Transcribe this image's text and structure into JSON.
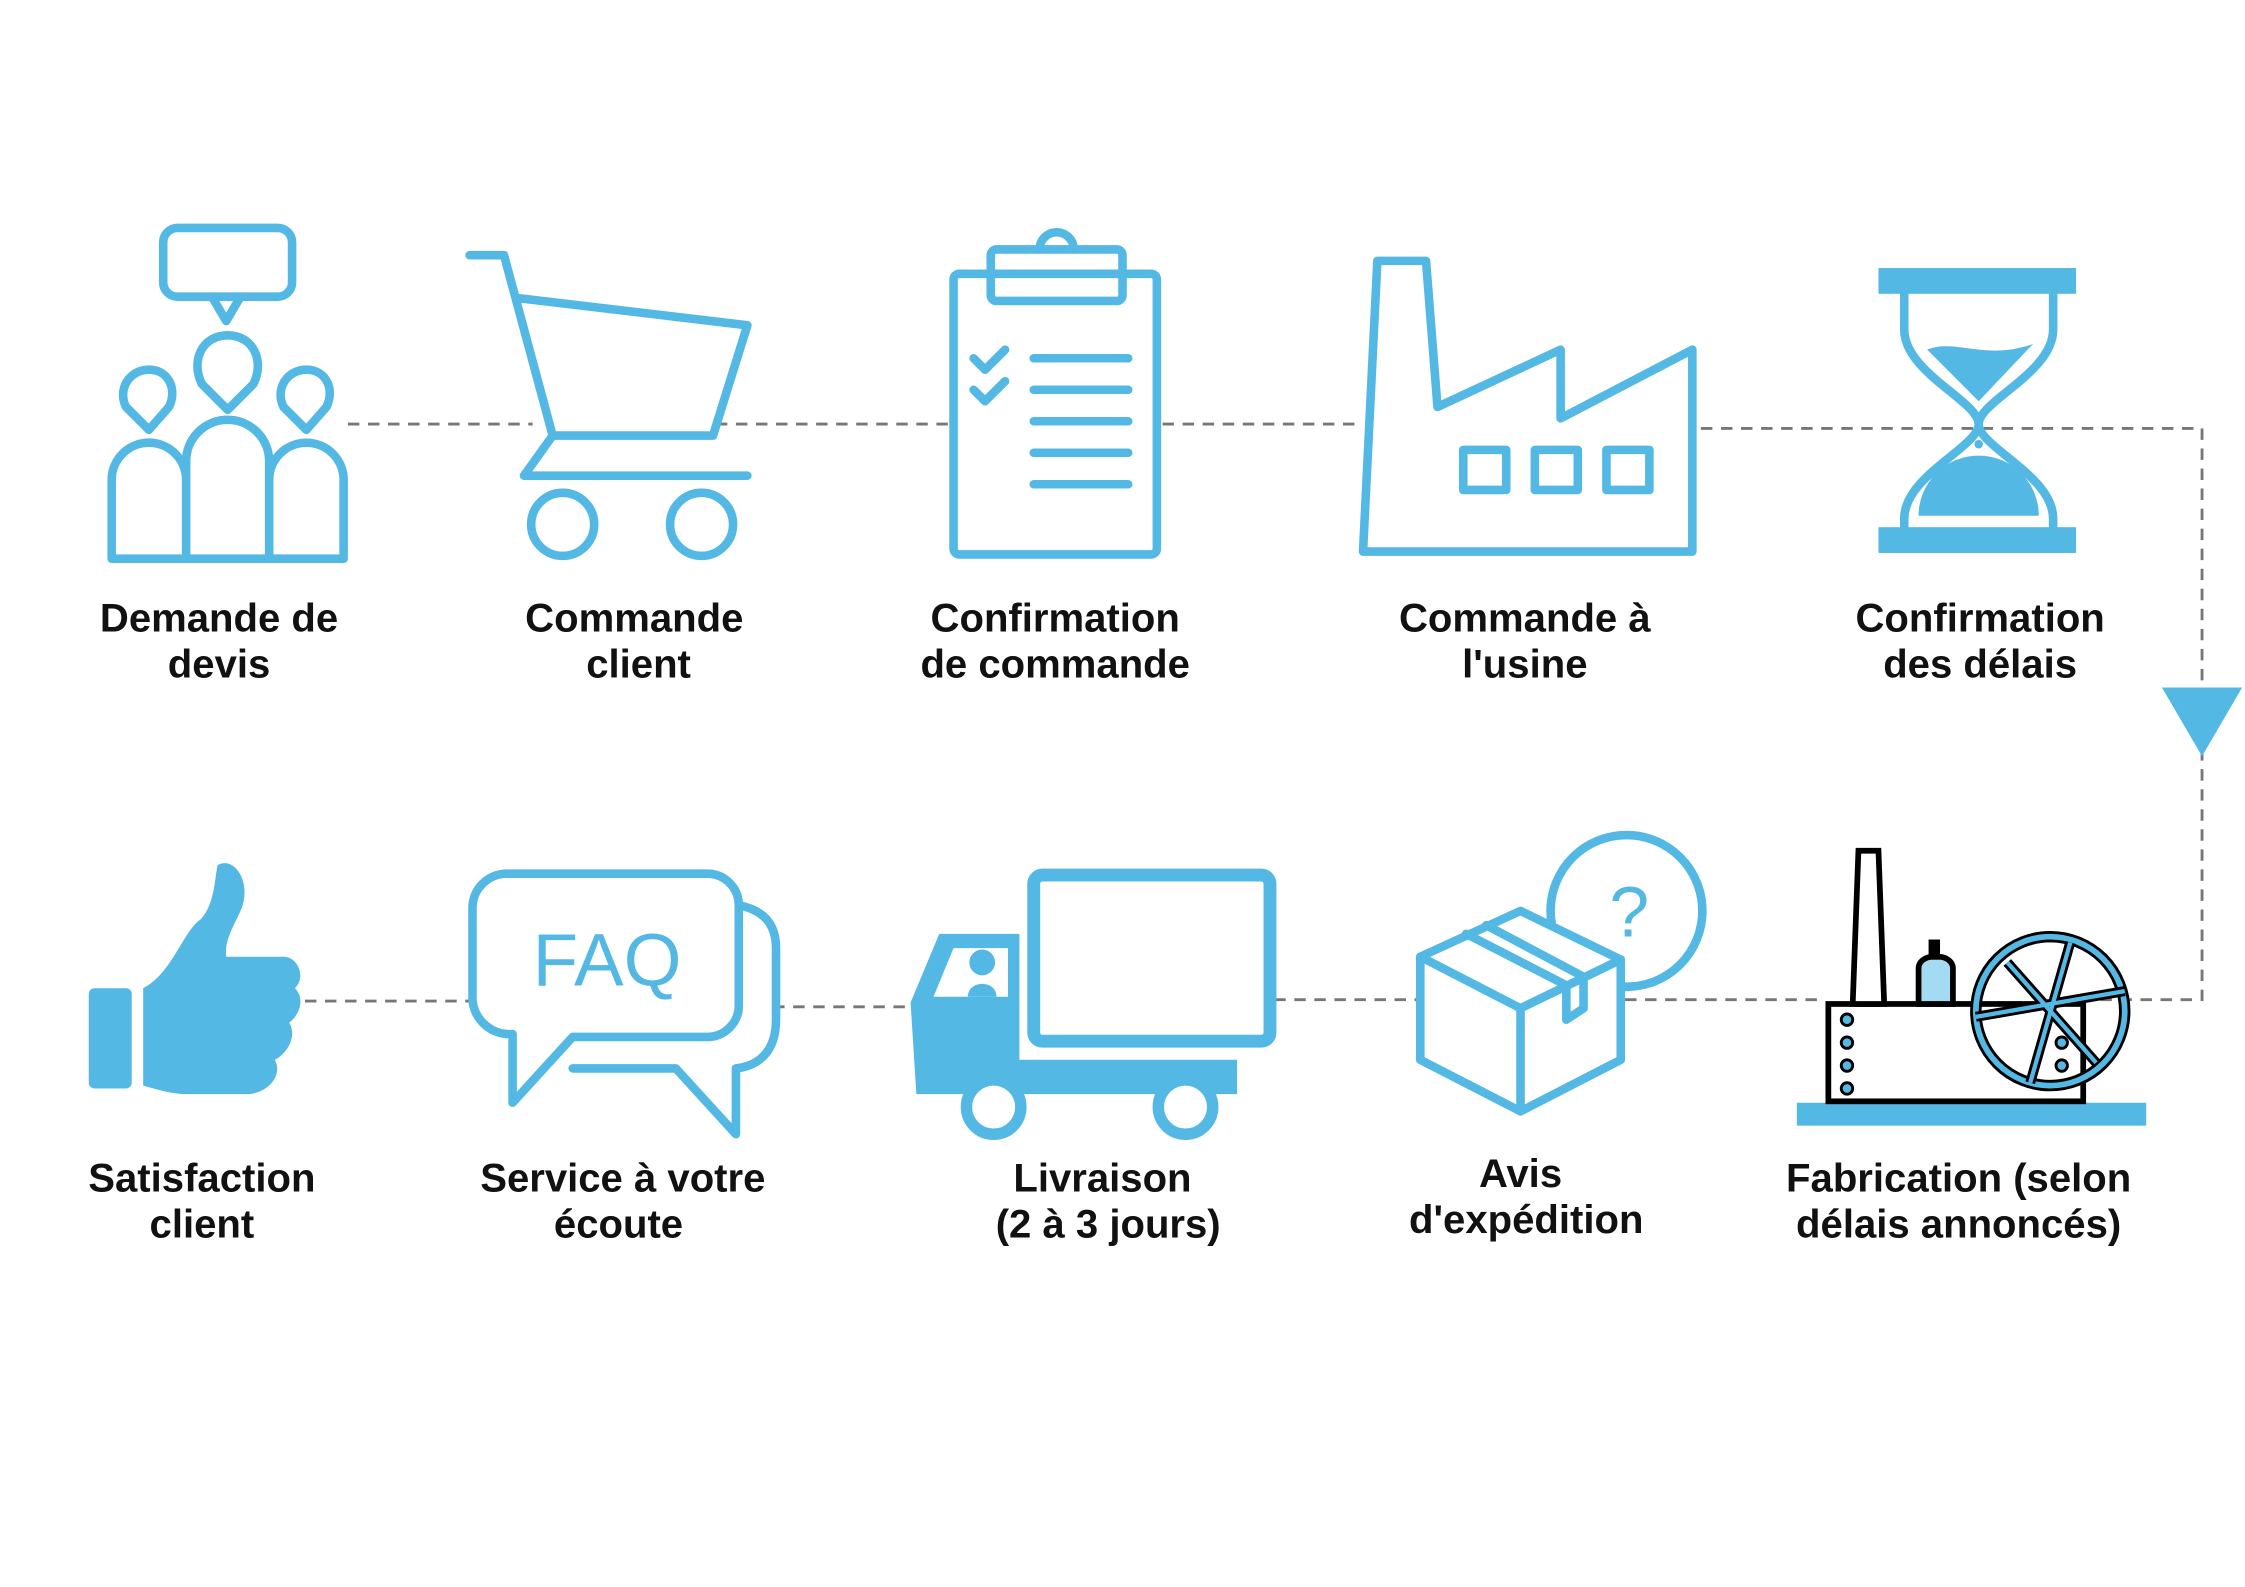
{
  "colors": {
    "accent": "#54b8e4",
    "text": "#111111",
    "connector": "#777777"
  },
  "steps_row1": [
    {
      "icon": "people-speech-icon",
      "line1": "Demande de",
      "line2": "devis"
    },
    {
      "icon": "shopping-cart-icon",
      "line1": "Commande",
      "line2": "client"
    },
    {
      "icon": "clipboard-checklist-icon",
      "line1": "Confirmation",
      "line2": "de commande"
    },
    {
      "icon": "factory-icon",
      "line1": "Commande à",
      "line2": "l'usine"
    },
    {
      "icon": "hourglass-icon",
      "line1": "Confirmation",
      "line2": "des délais"
    }
  ],
  "steps_row2": [
    {
      "icon": "thumbs-up-icon",
      "line1": "Satisfaction",
      "line2": "client"
    },
    {
      "icon": "faq-chat-icon",
      "line1": "Service à votre",
      "line2": "écoute",
      "faq": "FAQ"
    },
    {
      "icon": "delivery-truck-icon",
      "line1": "Livraison",
      "line2": "(2 à 3 jours)"
    },
    {
      "icon": "package-question-icon",
      "line1": "Avis",
      "line2": "d'expédition",
      "mark": "?"
    },
    {
      "icon": "steam-engine-icon",
      "line1": "Fabrication (selon",
      "line2": "délais annoncés)"
    }
  ]
}
